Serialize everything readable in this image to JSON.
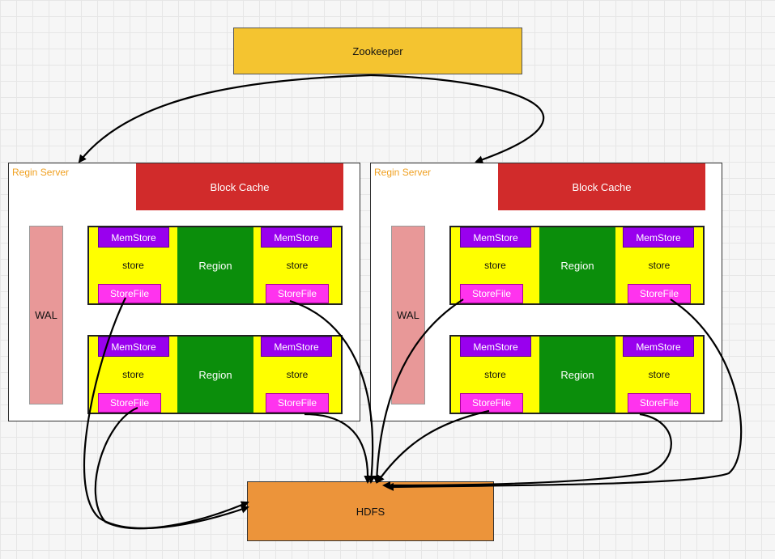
{
  "zookeeper": {
    "label": "Zookeeper"
  },
  "servers": [
    {
      "label": "Regin Server",
      "block_cache": "Block Cache",
      "wal": "WAL",
      "regions": [
        {
          "region": "Region",
          "store_left": "store",
          "store_right": "store",
          "memstore_left": "MemStore",
          "memstore_right": "MemStore",
          "storefile_left": "StoreFile",
          "storefile_right": "StoreFile"
        },
        {
          "region": "Region",
          "store_left": "store",
          "store_right": "store",
          "memstore_left": "MemStore",
          "memstore_right": "MemStore",
          "storefile_left": "StoreFile",
          "storefile_right": "StoreFile"
        }
      ]
    },
    {
      "label": "Regin Server",
      "block_cache": "Block Cache",
      "wal": "WAL",
      "regions": [
        {
          "region": "Region",
          "store_left": "store",
          "store_right": "store",
          "memstore_left": "MemStore",
          "memstore_right": "MemStore",
          "storefile_left": "StoreFile",
          "storefile_right": "StoreFile"
        },
        {
          "region": "Region",
          "store_left": "store",
          "store_right": "store",
          "memstore_left": "MemStore",
          "memstore_right": "MemStore",
          "storefile_left": "StoreFile",
          "storefile_right": "StoreFile"
        }
      ]
    }
  ],
  "hdfs": {
    "label": "HDFS"
  },
  "colors": {
    "zookeeper": "#f4c430",
    "block_cache": "#d12b2b",
    "wal": "#e89898",
    "store": "#ffff00",
    "region": "#0b8e0b",
    "memstore": "#9900ee",
    "storefile": "#ff33ee",
    "hdfs": "#ec943a",
    "server_label": "#f0a020"
  }
}
